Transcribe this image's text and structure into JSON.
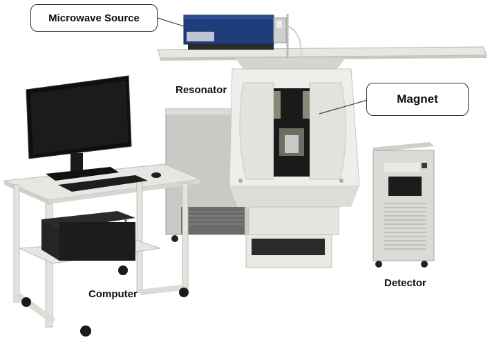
{
  "labels": {
    "microwave_source": "Microwave Source",
    "resonator": "Resonator",
    "magnet": "Magnet",
    "computer": "Computer",
    "detector": "Detector"
  },
  "colors": {
    "microwave_unit": "#1e3a78",
    "magnet_housing": "#ececea",
    "cabinet": "#d9d9d6",
    "monitor": "#111111",
    "table_top": "#e6e6e2"
  }
}
